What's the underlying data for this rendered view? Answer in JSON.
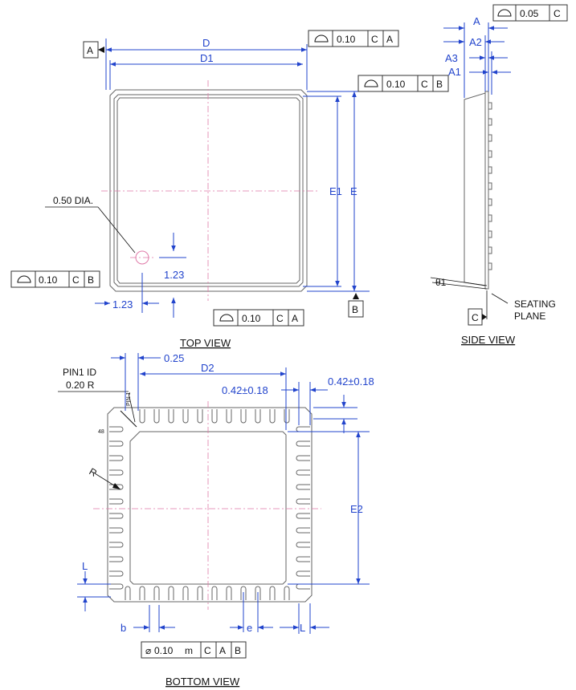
{
  "views": {
    "top": "TOP VIEW",
    "side": "SIDE VIEW",
    "bottom": "BOTTOM VIEW"
  },
  "datums": {
    "a": "A",
    "b": "B",
    "c": "C"
  },
  "top_view": {
    "dim_d": "D",
    "dim_d1": "D1",
    "dim_e": "E",
    "dim_e1": "E1",
    "hole_label": "0.50 DIA.",
    "offset_x": "1.23",
    "offset_y": "1.23"
  },
  "side_view": {
    "dim_a": "A",
    "dim_a1": "A1",
    "dim_a2": "A2",
    "dim_a3": "A3",
    "angle": "θ1",
    "seating": "SEATING",
    "plane": "PLANE"
  },
  "bottom_view": {
    "pin1_id": "PIN1 ID",
    "pin1_radius": "0.20 R",
    "offset": "0.25",
    "dim_d2": "D2",
    "dim_e2": "E2",
    "lead_pos_x": "0.42±0.18",
    "lead_pos_y": "0.42±0.18",
    "radius": "R",
    "pin_label": "PIN 1",
    "pin_number": "48",
    "dim_b": "b",
    "dim_e": "e",
    "dim_l_bottom": "L",
    "dim_l_side": "L"
  },
  "tolerance_frames": {
    "top_d": {
      "value": "0.10",
      "datums": [
        "C",
        "A"
      ]
    },
    "top_e": {
      "value": "0.10",
      "datums": [
        "C",
        "B"
      ]
    },
    "left": {
      "value": "0.10",
      "datums": [
        "C",
        "B"
      ]
    },
    "bottom": {
      "value": "0.10",
      "datums": [
        "C",
        "A"
      ]
    },
    "flatness": {
      "value": "0.05",
      "datums": [
        "C"
      ]
    },
    "position": {
      "symbol": "⌀",
      "value": "0.10",
      "modifier": "m",
      "datums": [
        "C",
        "A",
        "B"
      ]
    }
  },
  "colors": {
    "dimension": "#2244cc",
    "outline": "#666666",
    "centerline": "#e07aa8",
    "text": "#111111"
  }
}
